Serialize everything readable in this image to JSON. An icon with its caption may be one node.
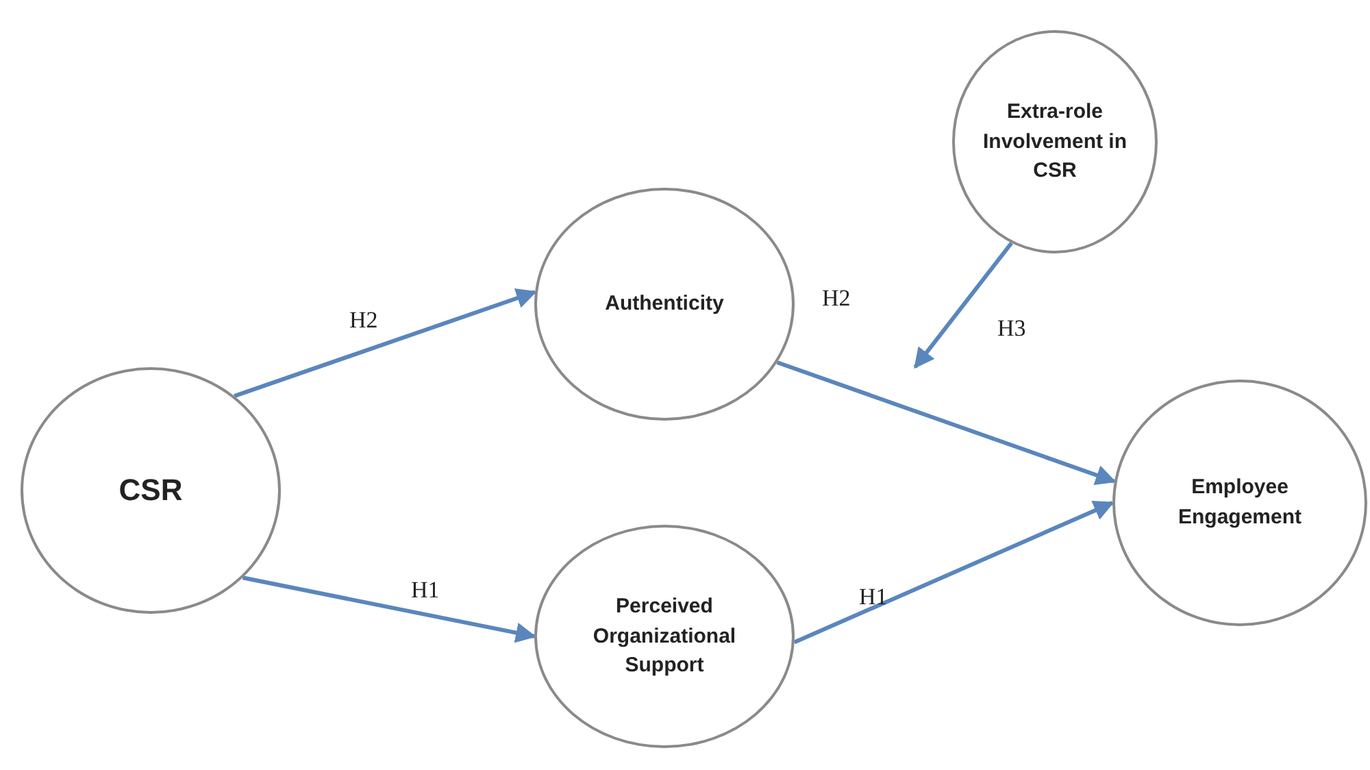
{
  "diagram": {
    "nodes": [
      {
        "text": [
          "CSR"
        ]
      },
      {
        "text": [
          "Authenticity"
        ]
      },
      {
        "text": [
          "Extra-role Involvement in CSR"
        ]
      },
      {
        "text": [
          "Perceived Organizational Support"
        ]
      },
      {
        "text": [
          "Employee Engagement"
        ]
      }
    ],
    "edges": [
      {
        "from": 0,
        "to": 1,
        "arrow": "to",
        "label": "H2"
      },
      {
        "from": 1,
        "to": 4,
        "arrow": "to",
        "label": "H2"
      },
      {
        "from": 2,
        "to": null,
        "arrow": "to",
        "label": "H3"
      },
      {
        "from": 0,
        "to": 3,
        "arrow": "to",
        "label": "H1"
      },
      {
        "from": 3,
        "to": 4,
        "arrow": "to",
        "label": "H1"
      }
    ]
  }
}
